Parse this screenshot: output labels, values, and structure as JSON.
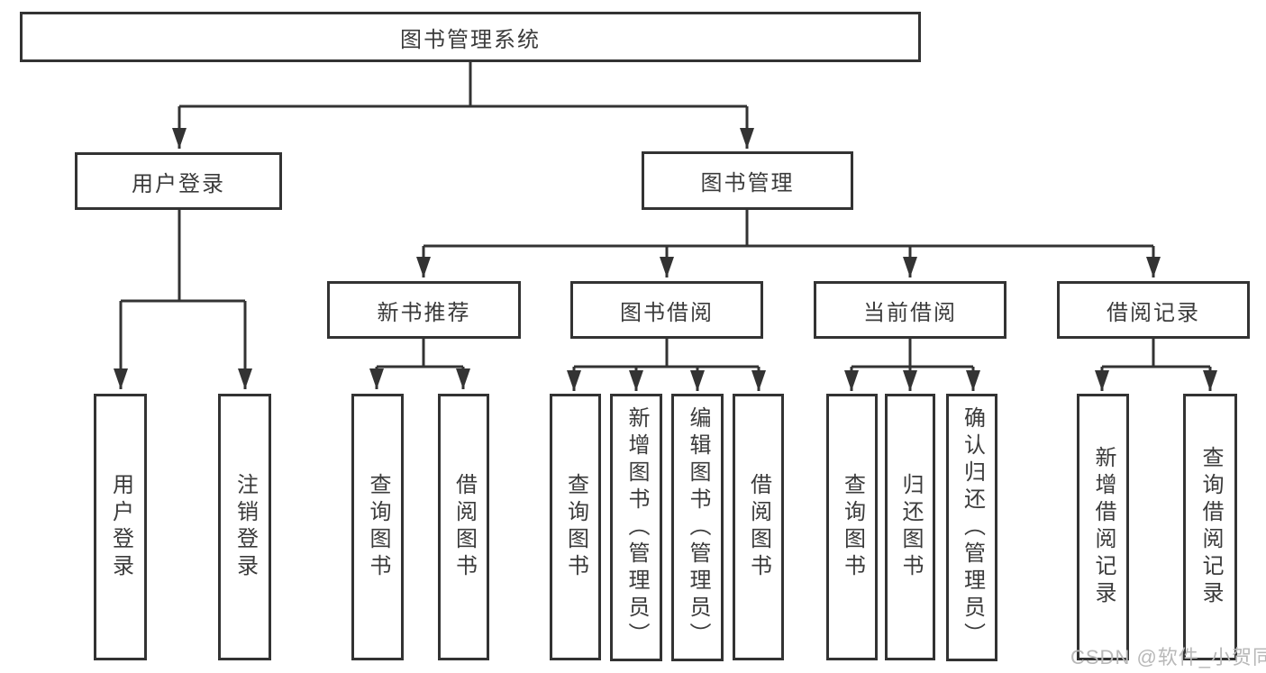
{
  "diagram": {
    "root": {
      "label": "图书管理系统"
    },
    "branches": [
      {
        "label": "用户登录",
        "children": [
          {
            "label": "用户登录"
          },
          {
            "label": "注销登录"
          }
        ]
      },
      {
        "label": "图书管理",
        "children": [
          {
            "label": "新书推荐",
            "children": [
              {
                "label": "查询图书"
              },
              {
                "label": "借阅图书"
              }
            ]
          },
          {
            "label": "图书借阅",
            "children": [
              {
                "label": "查询图书"
              },
              {
                "label": "新增图书（管理员）"
              },
              {
                "label": "编辑图书（管理员）"
              },
              {
                "label": "借阅图书"
              }
            ]
          },
          {
            "label": "当前借阅",
            "children": [
              {
                "label": "查询图书"
              },
              {
                "label": "归还图书"
              },
              {
                "label": "确认归还（管理员）"
              }
            ]
          },
          {
            "label": "借阅记录",
            "children": [
              {
                "label": "新增借阅记录"
              },
              {
                "label": "查询借阅记录"
              }
            ]
          }
        ]
      }
    ]
  },
  "colors": {
    "line": "#333333",
    "text": "#3b3b3b",
    "watermark": "#b8b8b8",
    "background": "#ffffff"
  },
  "watermark": {
    "text": "CSDN @软件_小贺同学"
  }
}
